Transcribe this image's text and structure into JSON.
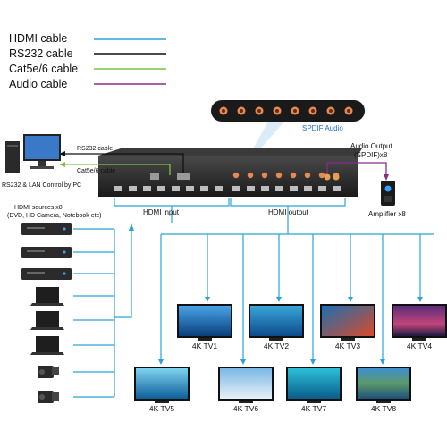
{
  "legend": [
    {
      "label": "HDMI cable",
      "color": "#2aa4d8"
    },
    {
      "label": "RS232 cable",
      "color": "#111111"
    },
    {
      "label": "Cat5e/6 cable",
      "color": "#7cc242"
    },
    {
      "label": "Audio cable",
      "color": "#8a2a8a"
    }
  ],
  "labels": {
    "spdif_audio": "SPDIF Audio",
    "audio_output": "Audio Output",
    "spdif_count": "(SPDIF)x8",
    "amplifier": "Amplifier x8",
    "rs232_cable": "RS232 cable",
    "cat_cable": "Cat5e/6 cable",
    "rs232_lan_control": "RS232 & LAN Control by PC",
    "hdmi_input": "HDMI input",
    "hdmi_output": "HDMI output",
    "hdmi_sources_title": "HDMI sources x8",
    "hdmi_sources_sub": "(DVD, HD Camera, Notebook etc)"
  },
  "tvs": [
    {
      "label": "4K TV1",
      "screen": "sail"
    },
    {
      "label": "4K TV2",
      "screen": "dolphin"
    },
    {
      "label": "4K TV3",
      "screen": "splash"
    },
    {
      "label": "4K TV4",
      "screen": "sunset"
    },
    {
      "label": "4K TV5",
      "screen": "wave"
    },
    {
      "label": "4K TV6",
      "screen": "snow"
    },
    {
      "label": "4K TV7",
      "screen": "diver"
    },
    {
      "label": "4K TV8",
      "screen": "lake"
    }
  ],
  "sources": [
    {
      "kind": "dvd-player"
    },
    {
      "kind": "dvd-player"
    },
    {
      "kind": "dvd-player"
    },
    {
      "kind": "laptop"
    },
    {
      "kind": "laptop"
    },
    {
      "kind": "laptop"
    },
    {
      "kind": "camera"
    },
    {
      "kind": "camera"
    }
  ]
}
